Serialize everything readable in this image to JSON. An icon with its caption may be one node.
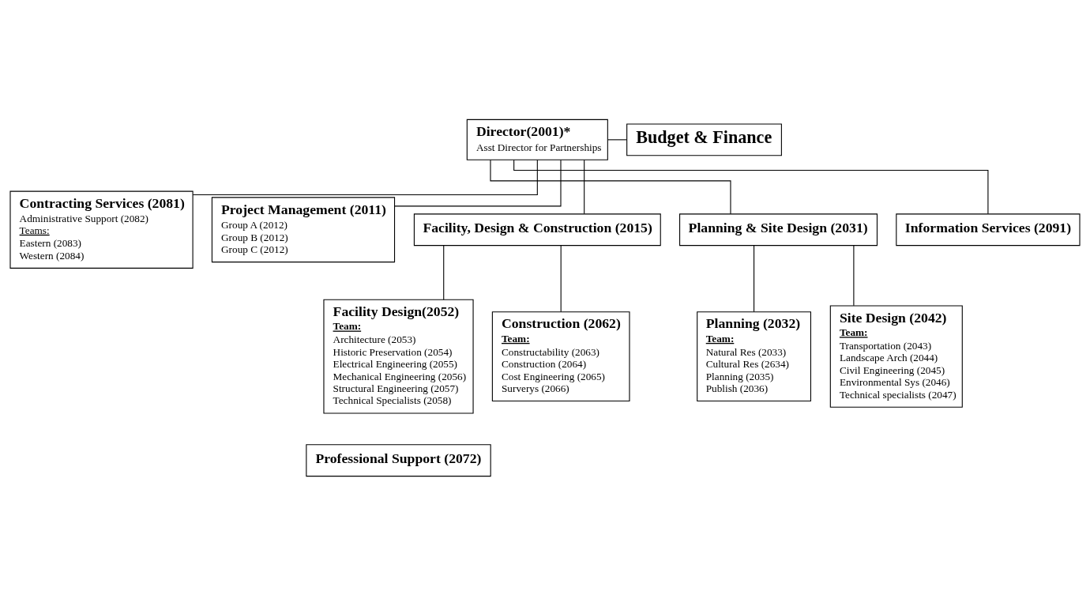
{
  "diagram": {
    "nodes": [
      {
        "text": [
          "Director(2001)*",
          "Asst Director for Partnerships"
        ]
      },
      {
        "text": [
          "Budget & Finance"
        ]
      },
      {
        "text": [
          "Contracting Services (2081)",
          "Administrative Support (2082)",
          "Teams:",
          "Eastern (2083)",
          "Western (2084)"
        ]
      },
      {
        "text": [
          "Project Management (2011)",
          "Group A (2012)",
          "Group B (2012)",
          "Group C (2012)"
        ]
      },
      {
        "text": [
          "Facility, Design & Construction (2015)"
        ]
      },
      {
        "text": [
          "Planning & Site Design (2031)"
        ]
      },
      {
        "text": [
          "Information Services (2091)"
        ]
      },
      {
        "text": [
          "Facility Design(2052)",
          "Team:",
          "Architecture (2053)",
          "Historic Preservation (2054)",
          "Electrical Engineering (2055)",
          "Mechanical Engineering (2056)",
          "Structural Engineering (2057)",
          "Technical Specialists (2058)"
        ]
      },
      {
        "text": [
          "Professional Support (2072)"
        ]
      },
      {
        "text": [
          "Construction (2062)",
          "Team:",
          "Constructability (2063)",
          "Construction (2064)",
          "Cost Engineering (2065)",
          "Surverys (2066)"
        ]
      },
      {
        "text": [
          "Planning (2032)",
          "Team:",
          "Natural Res (2033)",
          "Cultural Res (2634)",
          "Planning (2035)",
          "Publish (2036)"
        ]
      },
      {
        "text": [
          "Site Design (2042)",
          "Team:",
          "Transportation (2043)",
          "Landscape Arch (2044)",
          "Civil Engineering (2045)",
          "Environmental Sys (2046)",
          "Technical specialists (2047)"
        ]
      }
    ],
    "edges": [
      {
        "from": 0,
        "to": 1,
        "arrow": "none"
      },
      {
        "from": 0,
        "to": 2,
        "arrow": "none"
      },
      {
        "from": 0,
        "to": 3,
        "arrow": "none"
      },
      {
        "from": 0,
        "to": 4,
        "arrow": "none"
      },
      {
        "from": 0,
        "to": 5,
        "arrow": "none"
      },
      {
        "from": 0,
        "to": 6,
        "arrow": "none"
      },
      {
        "from": 4,
        "to": 7,
        "arrow": "none"
      },
      {
        "from": 4,
        "to": 9,
        "arrow": "none"
      },
      {
        "from": 5,
        "to": 10,
        "arrow": "none"
      },
      {
        "from": 5,
        "to": 11,
        "arrow": "none"
      }
    ]
  }
}
